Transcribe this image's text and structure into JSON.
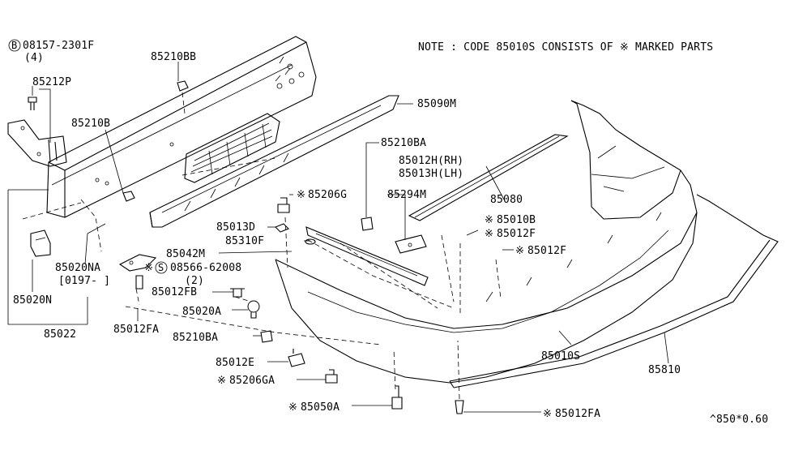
{
  "note": "NOTE : CODE 85010S CONSISTS OF ※ MARKED PARTS",
  "footer_code": "^850*0.60",
  "labels": {
    "p08157": "08157-2301F",
    "p08157_qty": "(4)",
    "p85212P": "85212P",
    "p85210BB": "85210BB",
    "p85210B": "85210B",
    "p85090M": "85090M",
    "p85210BA_top": "85210BA",
    "p85012H": "85012H(RH)",
    "p85013H": "85013H(LH)",
    "p85206G": "85206G",
    "p85294M": "85294M",
    "p85080": "85080",
    "p85013D": "85013D",
    "p85310F": "85310F",
    "p85042M": "85042M",
    "p08566": "08566-62008",
    "p08566_qty": "(2)",
    "p85020NA": "85020NA",
    "p85020NA_range": "[0197-   ]",
    "p85020N": "85020N",
    "p85022": "85022",
    "p85012FB": "85012FB",
    "p85020A": "85020A",
    "p85012FA_left": "85012FA",
    "p85210BA_bottom": "85210BA",
    "p85012E": "85012E",
    "p85206GA": "85206GA",
    "p85050A": "85050A",
    "p85012FA_bottom": "85012FA",
    "p85010B": "85010B",
    "p85012F_a": "85012F",
    "p85012F_b": "85012F",
    "p85010S": "85010S",
    "p85810": "85810"
  },
  "markers": {
    "kome": "※",
    "bolt": "B",
    "screw": "S"
  }
}
